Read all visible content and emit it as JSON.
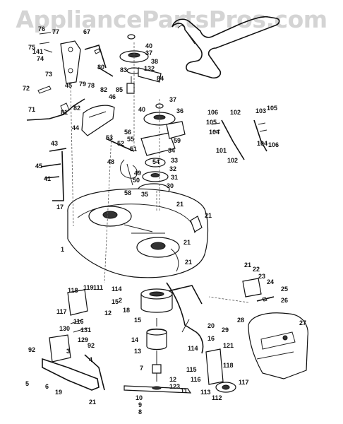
{
  "watermark": "AppliancePartsPros.com",
  "labels": [
    {
      "id": "l1",
      "text": "76"
    },
    {
      "id": "l2",
      "text": "77"
    },
    {
      "id": "l3",
      "text": "67"
    },
    {
      "id": "l4",
      "text": "75"
    },
    {
      "id": "l5",
      "text": "141"
    },
    {
      "id": "l6",
      "text": "74"
    },
    {
      "id": "l7",
      "text": "73"
    },
    {
      "id": "l8",
      "text": "80"
    },
    {
      "id": "l9",
      "text": "79"
    },
    {
      "id": "l10",
      "text": "78"
    },
    {
      "id": "l11",
      "text": "82"
    },
    {
      "id": "l12",
      "text": "45"
    },
    {
      "id": "l13",
      "text": "72"
    },
    {
      "id": "l14",
      "text": "81"
    },
    {
      "id": "l15",
      "text": "82"
    },
    {
      "id": "l16",
      "text": "71"
    },
    {
      "id": "l17",
      "text": "46"
    },
    {
      "id": "l18",
      "text": "44"
    },
    {
      "id": "l19",
      "text": "40"
    },
    {
      "id": "l20",
      "text": "37"
    },
    {
      "id": "l21",
      "text": "38"
    },
    {
      "id": "l22",
      "text": "83"
    },
    {
      "id": "l23",
      "text": "132"
    },
    {
      "id": "l24",
      "text": "84"
    },
    {
      "id": "l25",
      "text": "85"
    },
    {
      "id": "l26",
      "text": "37"
    },
    {
      "id": "l27",
      "text": "40"
    },
    {
      "id": "l28",
      "text": "36"
    },
    {
      "id": "l29",
      "text": "56"
    },
    {
      "id": "l30",
      "text": "55"
    },
    {
      "id": "l31",
      "text": "59"
    },
    {
      "id": "l32",
      "text": "53"
    },
    {
      "id": "l33",
      "text": "52"
    },
    {
      "id": "l34",
      "text": "51"
    },
    {
      "id": "l35",
      "text": "34"
    },
    {
      "id": "l36",
      "text": "48"
    },
    {
      "id": "l37",
      "text": "33"
    },
    {
      "id": "l38",
      "text": "54"
    },
    {
      "id": "l39",
      "text": "32"
    },
    {
      "id": "l40",
      "text": "49"
    },
    {
      "id": "l41",
      "text": "31"
    },
    {
      "id": "l42",
      "text": "50"
    },
    {
      "id": "l43",
      "text": "30"
    },
    {
      "id": "l44",
      "text": "58"
    },
    {
      "id": "l45",
      "text": "35"
    },
    {
      "id": "l46",
      "text": "43"
    },
    {
      "id": "l47",
      "text": "45"
    },
    {
      "id": "l48",
      "text": "41"
    },
    {
      "id": "l49",
      "text": "17"
    },
    {
      "id": "l50",
      "text": "21"
    },
    {
      "id": "l51",
      "text": "21"
    },
    {
      "id": "l52",
      "text": "1"
    },
    {
      "id": "l53",
      "text": "21"
    },
    {
      "id": "l54",
      "text": "21"
    },
    {
      "id": "l55",
      "text": "106"
    },
    {
      "id": "l56",
      "text": "102"
    },
    {
      "id": "l57",
      "text": "105"
    },
    {
      "id": "l58",
      "text": "104"
    },
    {
      "id": "l59",
      "text": "101"
    },
    {
      "id": "l60",
      "text": "102"
    },
    {
      "id": "l61",
      "text": "103"
    },
    {
      "id": "l62",
      "text": "105"
    },
    {
      "id": "l63",
      "text": "104"
    },
    {
      "id": "l64",
      "text": "106"
    },
    {
      "id": "l65",
      "text": "21"
    },
    {
      "id": "l66",
      "text": "22"
    },
    {
      "id": "l67",
      "text": "23"
    },
    {
      "id": "l68",
      "text": "24"
    },
    {
      "id": "l69",
      "text": "25"
    },
    {
      "id": "l70",
      "text": "26"
    },
    {
      "id": "l71",
      "text": "28"
    },
    {
      "id": "l72",
      "text": "27"
    },
    {
      "id": "l73",
      "text": "29"
    },
    {
      "id": "l74",
      "text": "118"
    },
    {
      "id": "l75",
      "text": "119"
    },
    {
      "id": "l76",
      "text": "111"
    },
    {
      "id": "l77",
      "text": "117"
    },
    {
      "id": "l78",
      "text": "116"
    },
    {
      "id": "l79",
      "text": "114"
    },
    {
      "id": "l80",
      "text": "2"
    },
    {
      "id": "l81",
      "text": "15"
    },
    {
      "id": "l82",
      "text": "12"
    },
    {
      "id": "l83",
      "text": "18"
    },
    {
      "id": "l84",
      "text": "15"
    },
    {
      "id": "l85",
      "text": "20"
    },
    {
      "id": "l86",
      "text": "16"
    },
    {
      "id": "l87",
      "text": "130"
    },
    {
      "id": "l88",
      "text": "131"
    },
    {
      "id": "l89",
      "text": "129"
    },
    {
      "id": "l90",
      "text": "92"
    },
    {
      "id": "l91",
      "text": "92"
    },
    {
      "id": "l92",
      "text": "3"
    },
    {
      "id": "l93",
      "text": "14"
    },
    {
      "id": "l94",
      "text": "13"
    },
    {
      "id": "l95",
      "text": "114"
    },
    {
      "id": "l96",
      "text": "121"
    },
    {
      "id": "l97",
      "text": "4"
    },
    {
      "id": "l98",
      "text": "5"
    },
    {
      "id": "l99",
      "text": "6"
    },
    {
      "id": "l100",
      "text": "7"
    },
    {
      "id": "l101",
      "text": "12"
    },
    {
      "id": "l102",
      "text": "123"
    },
    {
      "id": "l103",
      "text": "11"
    },
    {
      "id": "l104",
      "text": "118"
    },
    {
      "id": "l105",
      "text": "115"
    },
    {
      "id": "l106",
      "text": "116"
    },
    {
      "id": "l107",
      "text": "113"
    },
    {
      "id": "l108",
      "text": "112"
    },
    {
      "id": "l109",
      "text": "117"
    },
    {
      "id": "l110",
      "text": "19"
    },
    {
      "id": "l111",
      "text": "21"
    },
    {
      "id": "l112",
      "text": "10"
    },
    {
      "id": "l113",
      "text": "9"
    },
    {
      "id": "l114",
      "text": "8"
    }
  ]
}
